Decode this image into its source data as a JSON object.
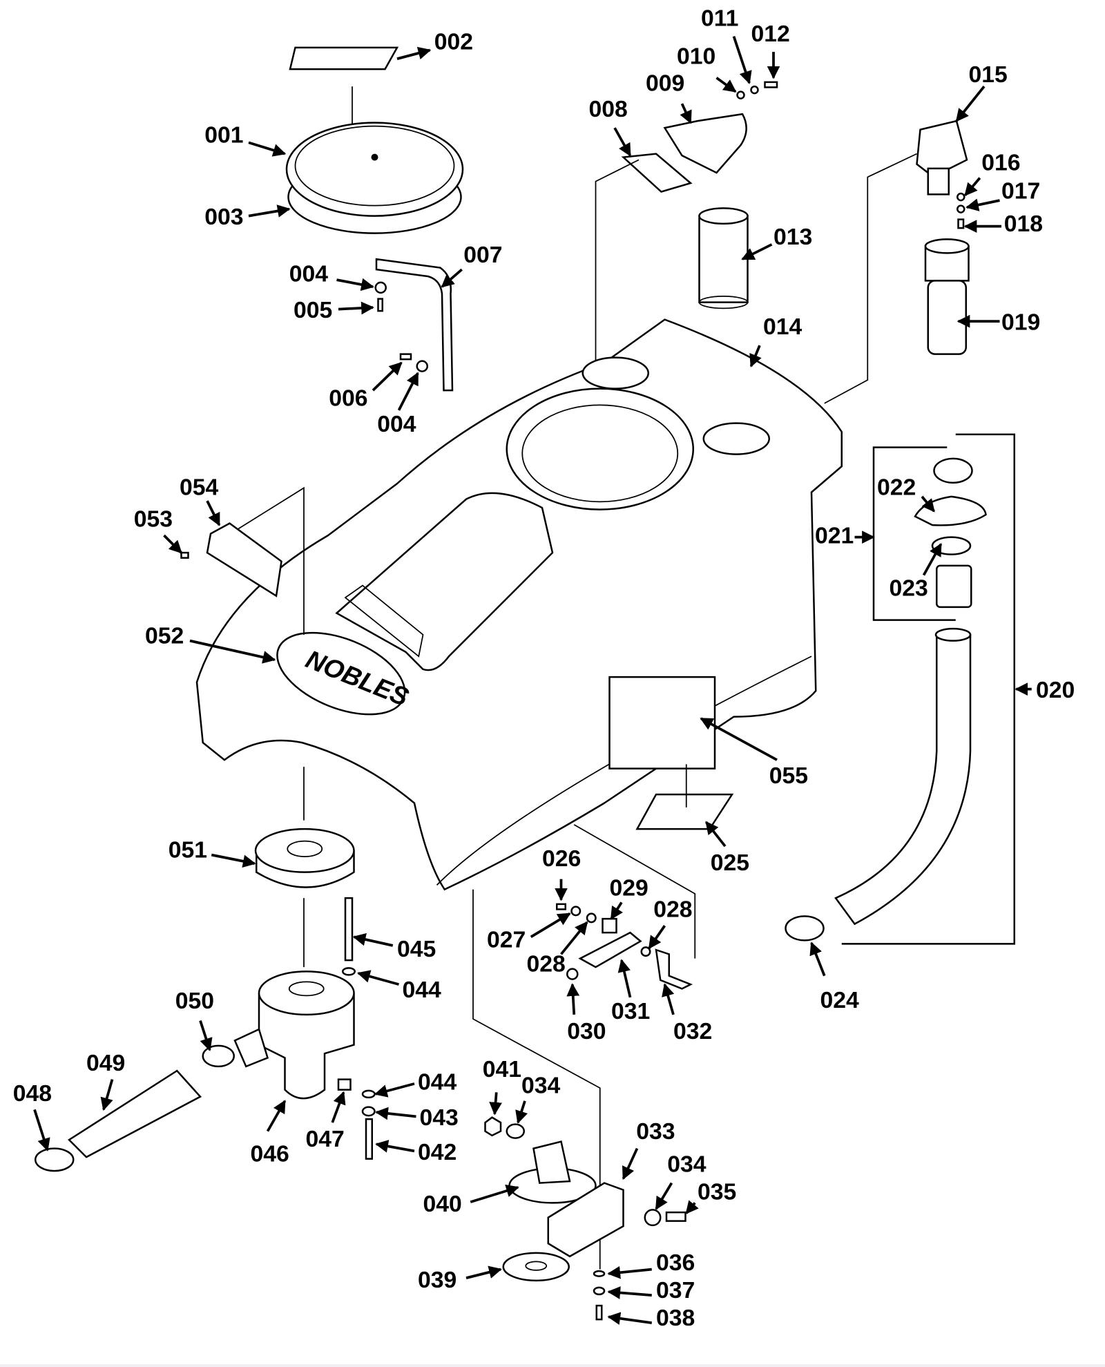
{
  "diagram": {
    "type": "exploded-parts-diagram",
    "logo_text": "NOBLES",
    "part_labels": [
      "002",
      "001",
      "003",
      "004",
      "005",
      "007",
      "006",
      "004",
      "008",
      "009",
      "010",
      "011",
      "012",
      "013",
      "014",
      "015",
      "016",
      "017",
      "018",
      "019",
      "054",
      "053",
      "052",
      "055",
      "025",
      "022",
      "021",
      "023",
      "020",
      "024",
      "051",
      "045",
      "044",
      "050",
      "049",
      "048",
      "046",
      "047",
      "044",
      "043",
      "042",
      "026",
      "029",
      "028",
      "027",
      "028",
      "030",
      "031",
      "032",
      "041",
      "034",
      "033",
      "034",
      "035",
      "040",
      "039",
      "036",
      "037",
      "038"
    ]
  }
}
